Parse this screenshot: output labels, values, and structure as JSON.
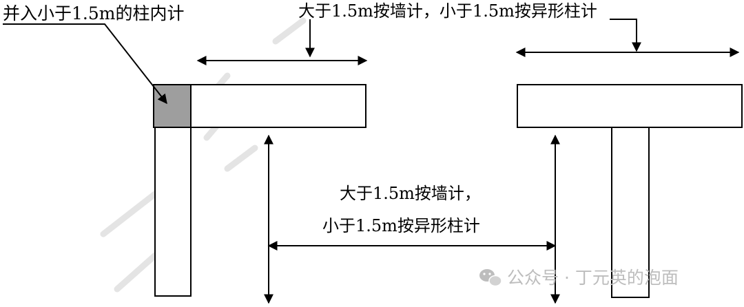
{
  "labels": {
    "merge_note": "并入小于1.5m的柱内计",
    "top_note": "大于1.5m按墙计，小于1.5m按异形柱计",
    "middle_note_line1": "大于1.5m按墙计，",
    "middle_note_line2": "小于1.5m按异形柱计"
  },
  "watermark": {
    "account": "公众号 · 丁元英的泡面",
    "icon": "wechat-icon"
  },
  "colors": {
    "line": "#000000",
    "column_fill": "#9e9e9e",
    "watermark": "#bdbdbd"
  }
}
